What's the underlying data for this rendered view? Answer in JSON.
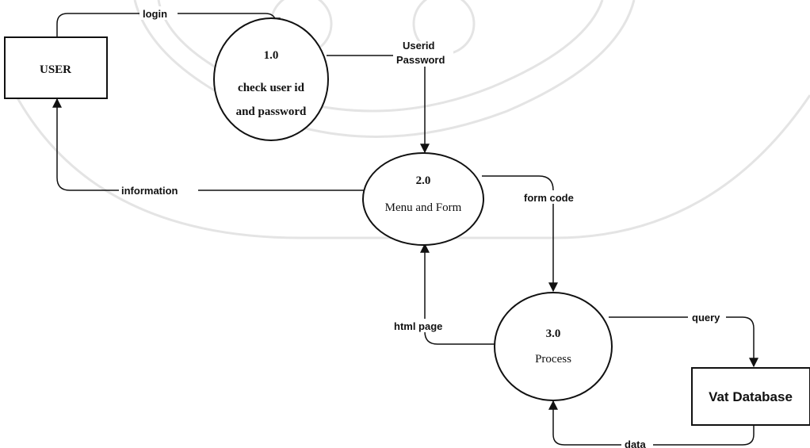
{
  "diagram": {
    "entities": {
      "user": {
        "label": "USER"
      },
      "vat_db": {
        "label": "Vat Database"
      }
    },
    "processes": {
      "p1": {
        "number": "1.0",
        "line1": "check user id",
        "line2": "and password"
      },
      "p2": {
        "number": "2.0",
        "line1": "Menu and Form"
      },
      "p3": {
        "number": "3.0",
        "line1": "Process"
      }
    },
    "flows": {
      "login": "login",
      "userid": "Userid",
      "password": "Password",
      "information": "information",
      "form_code": "form code",
      "html_page": "html page",
      "query": "query",
      "data": "data"
    }
  }
}
